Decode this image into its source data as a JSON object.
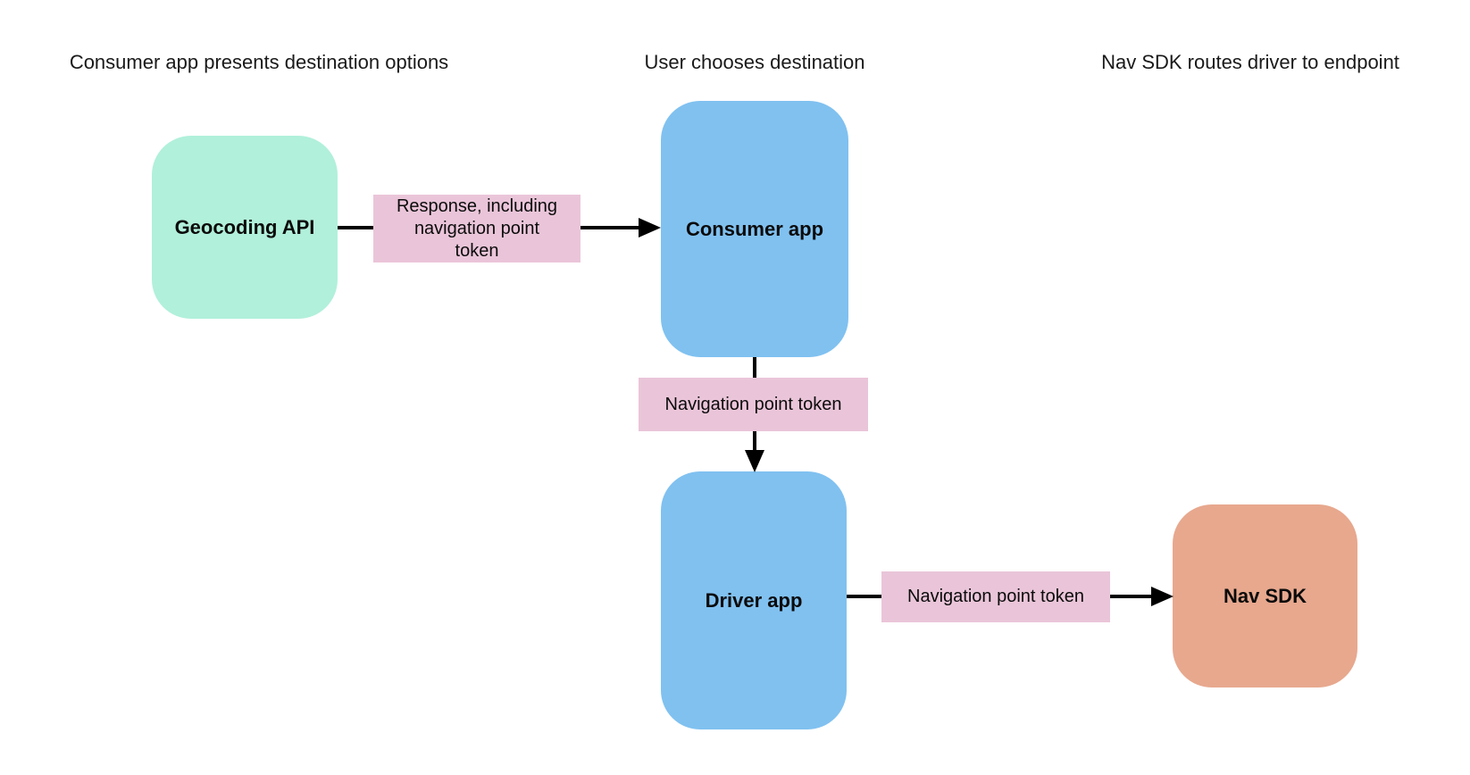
{
  "colors": {
    "background": "#ffffff",
    "connector": "#000000",
    "text": "#1a1a1a",
    "geocoding_node_fill": "#b1f0db",
    "app_node_fill": "#80c1f0",
    "nav_sdk_node_fill": "#e7a88e",
    "edge_label_fill": "#eac5d9"
  },
  "stage_captions": [
    {
      "label": "Consumer app presents destination options"
    },
    {
      "label": "User chooses destination"
    },
    {
      "label": "Nav SDK routes driver to endpoint"
    }
  ],
  "nodes": [
    {
      "id": "geocoding-api",
      "label": "Geocoding API",
      "fill": "#b1f0db"
    },
    {
      "id": "consumer-app",
      "label": "Consumer app",
      "fill": "#80c1f0"
    },
    {
      "id": "driver-app",
      "label": "Driver app",
      "fill": "#80c1f0"
    },
    {
      "id": "nav-sdk",
      "label": "Nav SDK",
      "fill": "#e7a88e"
    }
  ],
  "edges": [
    {
      "from": "Geocoding API",
      "to": "Consumer app",
      "label": "Response, including\nnavigation point\ntoken",
      "fill": "#eac5d9"
    },
    {
      "from": "Consumer app",
      "to": "Driver app",
      "label": "Navigation point token",
      "fill": "#eac5d9"
    },
    {
      "from": "Driver app",
      "to": "Nav SDK",
      "label": "Navigation point token",
      "fill": "#eac5d9"
    }
  ]
}
